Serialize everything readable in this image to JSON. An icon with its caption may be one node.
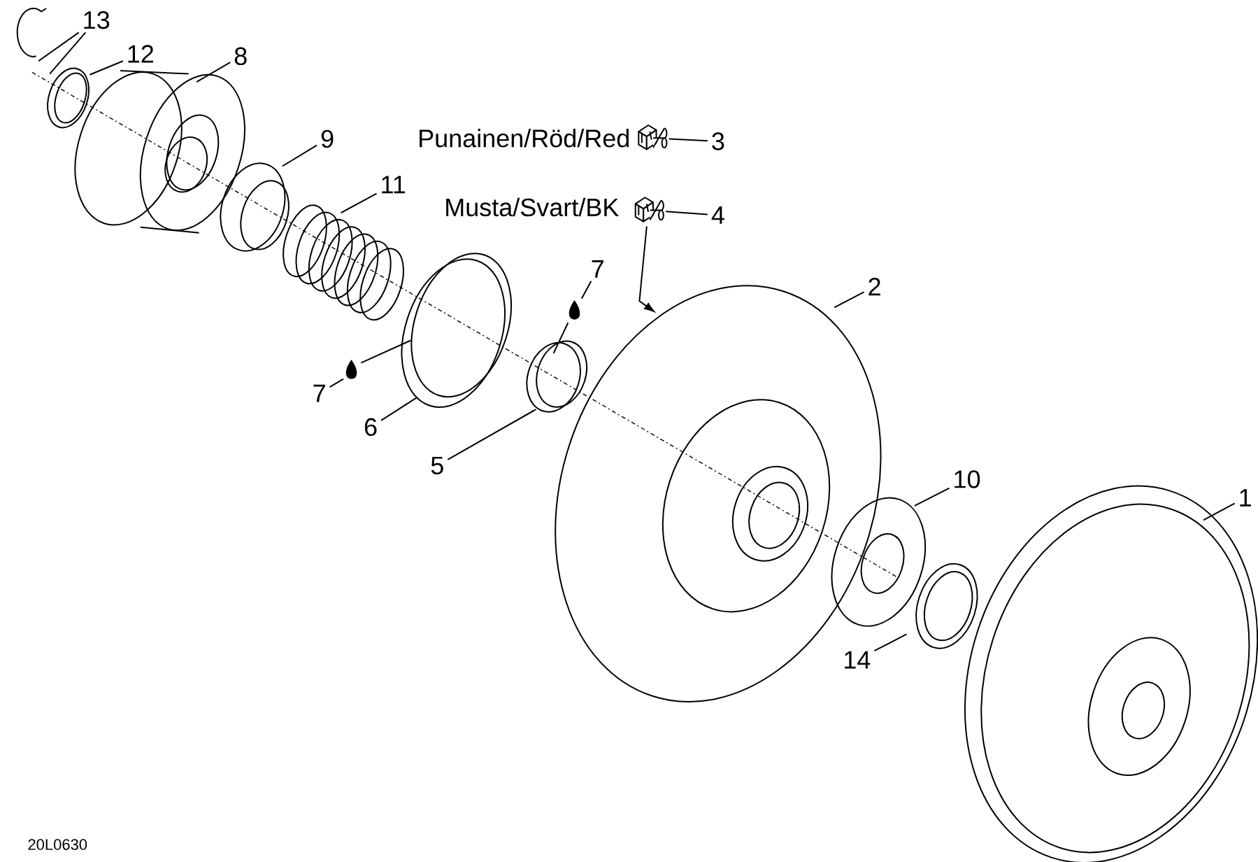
{
  "diagram": {
    "nodes": [
      {
        "text": [
          "13"
        ]
      },
      {
        "text": [
          "12"
        ]
      },
      {
        "text": [
          "8"
        ]
      },
      {
        "text": [
          "9"
        ]
      },
      {
        "text": [
          "11"
        ]
      },
      {
        "text": [
          "3"
        ]
      },
      {
        "text": [],
        "shape": "picture"
      },
      {
        "text": [
          "4"
        ]
      },
      {
        "text": [],
        "shape": "picture"
      },
      {
        "text": [
          "7"
        ]
      },
      {
        "text": [
          "2"
        ]
      },
      {
        "text": [
          "7"
        ]
      },
      {
        "text": [
          "6"
        ]
      },
      {
        "text": [
          "5"
        ]
      },
      {
        "text": [
          "10"
        ]
      },
      {
        "text": [
          "1"
        ]
      },
      {
        "text": [
          "14"
        ]
      }
    ],
    "edges": [
      {
        "from": 0,
        "to": null,
        "arrow": "none"
      },
      {
        "from": 0,
        "to": null,
        "arrow": "none"
      },
      {
        "from": 1,
        "to": null,
        "arrow": "none"
      },
      {
        "from": 2,
        "to": null,
        "arrow": "none"
      },
      {
        "from": 3,
        "to": null,
        "arrow": "none"
      },
      {
        "from": 4,
        "to": null,
        "arrow": "none"
      },
      {
        "from": 5,
        "to": 6,
        "arrow": "none"
      },
      {
        "from": 7,
        "to": 8,
        "arrow": "none"
      },
      {
        "from": 8,
        "to": null,
        "arrow": "to"
      },
      {
        "from": 9,
        "to": null,
        "arrow": "none"
      },
      {
        "from": 10,
        "to": null,
        "arrow": "none"
      },
      {
        "from": 11,
        "to": null,
        "arrow": "none"
      },
      {
        "from": 12,
        "to": null,
        "arrow": "none"
      },
      {
        "from": 13,
        "to": null,
        "arrow": "none"
      },
      {
        "from": 14,
        "to": null,
        "arrow": "none"
      },
      {
        "from": 15,
        "to": null,
        "arrow": "none"
      },
      {
        "from": 16,
        "to": null,
        "arrow": "none"
      }
    ],
    "labels": [
      "Punainen/Röd/Red",
      "Musta/Svart/BK",
      "20L0630"
    ]
  }
}
